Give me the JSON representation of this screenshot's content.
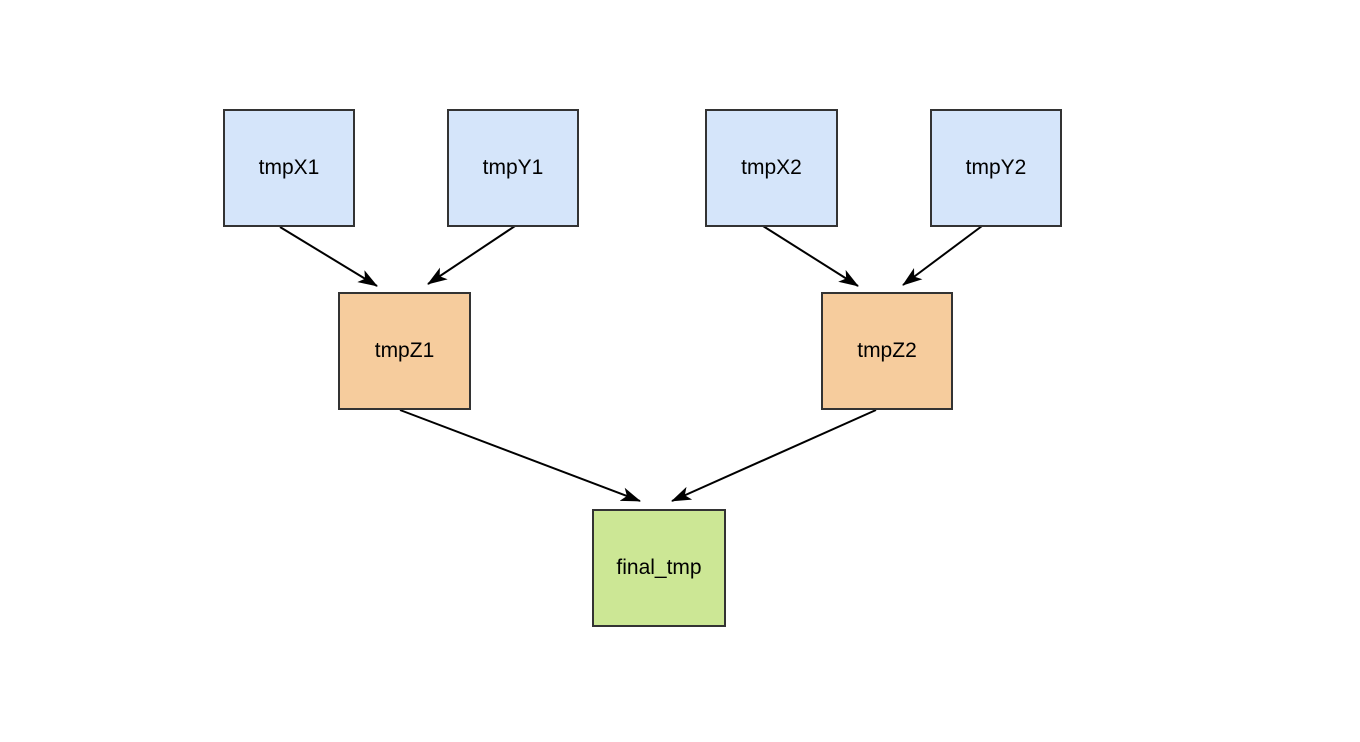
{
  "diagram": {
    "background_color": "#ffffff",
    "node_border_color": "#333333",
    "edge_color": "#000000",
    "text_color": "#000000",
    "node_fill_colors": {
      "input": "#d5e5fa",
      "intermediate": "#f6cc9d",
      "final": "#cce795"
    },
    "nodes": {
      "tmpX1": {
        "label": "tmpX1",
        "fill": "#d5e5fa",
        "role": "input"
      },
      "tmpY1": {
        "label": "tmpY1",
        "fill": "#d5e5fa",
        "role": "input"
      },
      "tmpX2": {
        "label": "tmpX2",
        "fill": "#d5e5fa",
        "role": "input"
      },
      "tmpY2": {
        "label": "tmpY2",
        "fill": "#d5e5fa",
        "role": "input"
      },
      "tmpZ1": {
        "label": "tmpZ1",
        "fill": "#f6cc9d",
        "role": "intermediate"
      },
      "tmpZ2": {
        "label": "tmpZ2",
        "fill": "#f6cc9d",
        "role": "intermediate"
      },
      "final_tmp": {
        "label": "final_tmp",
        "fill": "#cce795",
        "role": "final"
      }
    },
    "edges": [
      {
        "from": "tmpX1",
        "to": "tmpZ1"
      },
      {
        "from": "tmpY1",
        "to": "tmpZ1"
      },
      {
        "from": "tmpX2",
        "to": "tmpZ2"
      },
      {
        "from": "tmpY2",
        "to": "tmpZ2"
      },
      {
        "from": "tmpZ1",
        "to": "final_tmp"
      },
      {
        "from": "tmpZ2",
        "to": "final_tmp"
      }
    ]
  }
}
